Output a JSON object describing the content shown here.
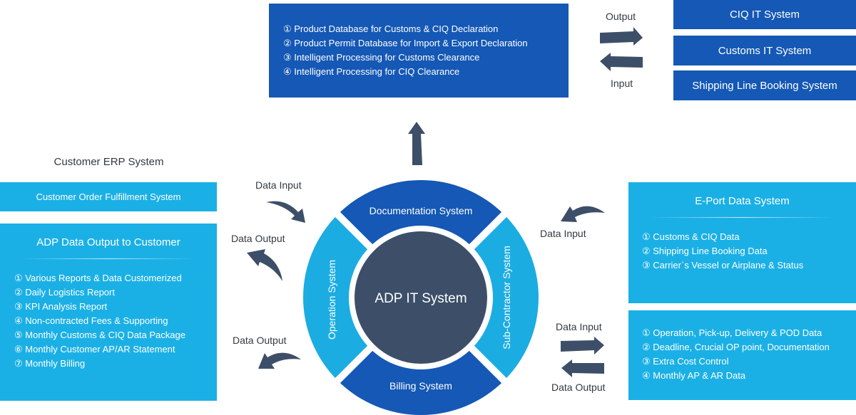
{
  "top_database": {
    "items": [
      "① Product Database for Customs & CIQ Declaration",
      "② Product Permit Database for Import & Export Declaration",
      "③ Intelligent Processing for Customs Clearance",
      "④ Intelligent Processing for CIQ Clearance"
    ]
  },
  "external_systems": {
    "output_label": "Output",
    "input_label": "Input",
    "items": [
      "CIQ IT System",
      "Customs IT System",
      "Shipping Line Booking System"
    ]
  },
  "customer_erp": {
    "title": "Customer ERP System",
    "order_system": "Customer Order Fulfillment System"
  },
  "adp_output": {
    "title": "ADP Data Output to Customer",
    "items": [
      "① Various Reports & Data Customerized",
      "② Daily Logistics Report",
      "③ KPI Analysis Report",
      "④ Non-contracted Fees & Supporting",
      "⑤ Monthly Customs & CIQ Data Package",
      "⑥ Monthly Customer AP/AR Statement",
      "⑦ Monthly Billing"
    ]
  },
  "left_flows": {
    "data_input": "Data Input",
    "data_output_1": "Data Output",
    "data_output_2": "Data Output"
  },
  "eport": {
    "title": "E-Port Data System",
    "items": [
      "① Customs & CIQ Data",
      "② Shipping Line Booking Data",
      "③ Carrier`s Vessel or Airplane & Status"
    ]
  },
  "subcontractor_data": {
    "items": [
      "① Operation, Pick-up, Delivery & POD Data",
      "② Deadline, Crucial OP point, Documentation",
      "③ Extra Cost Control",
      "④ Monthly AP & AR Data"
    ]
  },
  "right_flows": {
    "eport_input": "Data Input",
    "sub_input": "Data Input",
    "sub_output": "Data Output"
  },
  "ring": {
    "center": "ADP IT System",
    "top": "Documentation System",
    "bottom": "Billing System",
    "left": "Operation System",
    "right": "Sub-Contractor System"
  },
  "colors": {
    "dark_blue": "#1558b5",
    "light_blue": "#1bb0e5",
    "center_slate": "#3d4f68",
    "arrow": "#3d4f68"
  }
}
